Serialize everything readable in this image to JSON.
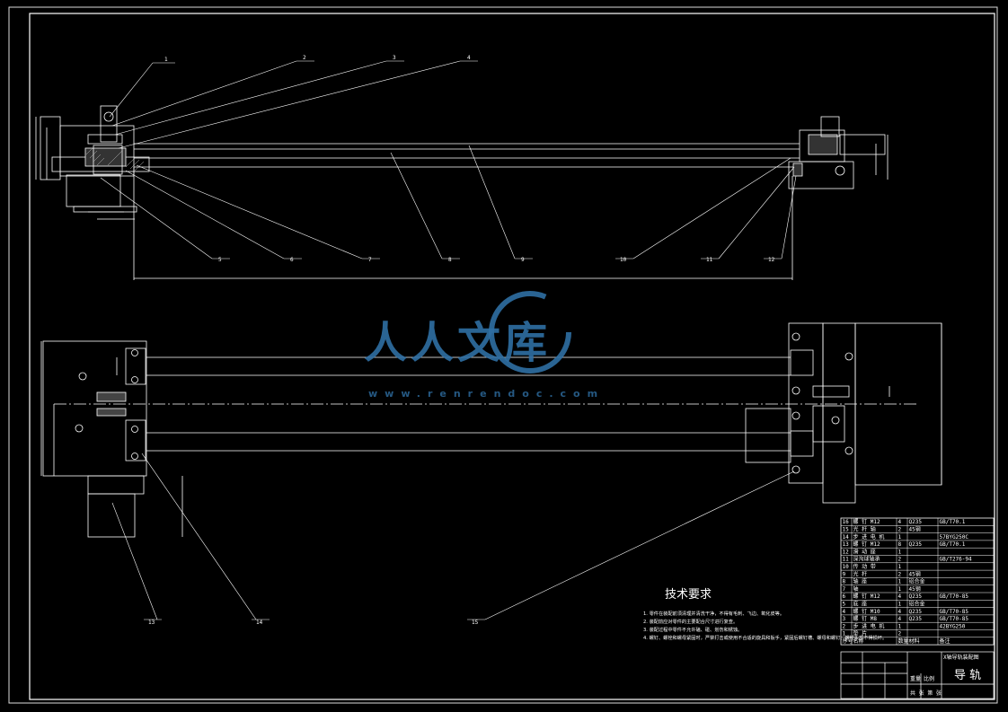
{
  "watermark": {
    "text": "人人文库",
    "url": "www.renrendoc.com",
    "color": "#2f6fa3"
  },
  "tech_req": {
    "title": "技术要求",
    "items": [
      "1. 零件在装配前须清理并清洗干净，不得有毛刺、飞边、氧化皮等。",
      "2. 装配前应对零件的主要配合尺寸进行复查。",
      "3. 装配过程中零件不允许磕、碰、划伤和锈蚀。",
      "4. 螺钉、螺栓和螺母紧固时，严禁打击或使用不合适的旋具和扳手，紧固后螺钉槽、螺母和螺钉、螺栓头部不得损坏。"
    ]
  },
  "balloons": [
    "1",
    "2",
    "3",
    "4",
    "5",
    "6",
    "7",
    "8",
    "9",
    "10",
    "11",
    "12",
    "13",
    "14",
    "15"
  ],
  "bom": [
    {
      "no": "16",
      "name": "螺 钉 M12",
      "qty": "4",
      "mat": "Q235",
      "std": "GB/T70.1"
    },
    {
      "no": "15",
      "name": "光 杆 轴",
      "qty": "2",
      "mat": "45钢",
      "std": ""
    },
    {
      "no": "14",
      "name": "步 进 电 机",
      "qty": "1",
      "mat": "",
      "std": "57BYG250C"
    },
    {
      "no": "13",
      "name": "螺 钉 M12",
      "qty": "8",
      "mat": "Q235",
      "std": "GB/T70.1"
    },
    {
      "no": "12",
      "name": "滑 动 座",
      "qty": "1",
      "mat": "",
      "std": ""
    },
    {
      "no": "11",
      "name": "深沟球轴承",
      "qty": "2",
      "mat": "",
      "std": "GB/T276-94"
    },
    {
      "no": "10",
      "name": "传 动 带",
      "qty": "1",
      "mat": "",
      "std": ""
    },
    {
      "no": "9",
      "name": "光 杆",
      "qty": "2",
      "mat": "45钢",
      "std": ""
    },
    {
      "no": "8",
      "name": "轴 座",
      "qty": "1",
      "mat": "铝合金",
      "std": ""
    },
    {
      "no": "7",
      "name": "轴",
      "qty": "1",
      "mat": "45钢",
      "std": ""
    },
    {
      "no": "6",
      "name": "螺 钉 M12",
      "qty": "4",
      "mat": "Q235",
      "std": "GB/T70-85"
    },
    {
      "no": "5",
      "name": "底 座",
      "qty": "1",
      "mat": "铝合金",
      "std": ""
    },
    {
      "no": "4",
      "name": "螺 钉 M10",
      "qty": "4",
      "mat": "Q235",
      "std": "GB/T70-85"
    },
    {
      "no": "3",
      "name": "螺 钉 M8",
      "qty": "4",
      "mat": "Q235",
      "std": "GB/T70-85"
    },
    {
      "no": "2",
      "name": "步 进 电 机",
      "qty": "1",
      "mat": "",
      "std": "42BYG250"
    },
    {
      "no": "1",
      "name": "垫 片",
      "qty": "2",
      "mat": "",
      "std": ""
    }
  ],
  "bom_header": {
    "no": "序号",
    "name": "名称",
    "qty": "数量",
    "mat": "材料",
    "std": "备注"
  },
  "title_block": {
    "drawing_title": "导 轨",
    "design_name": "X轴导轨装配图",
    "weight_label": "重量",
    "scale_label": "比例",
    "sheet_label": "共 张 第 张"
  }
}
